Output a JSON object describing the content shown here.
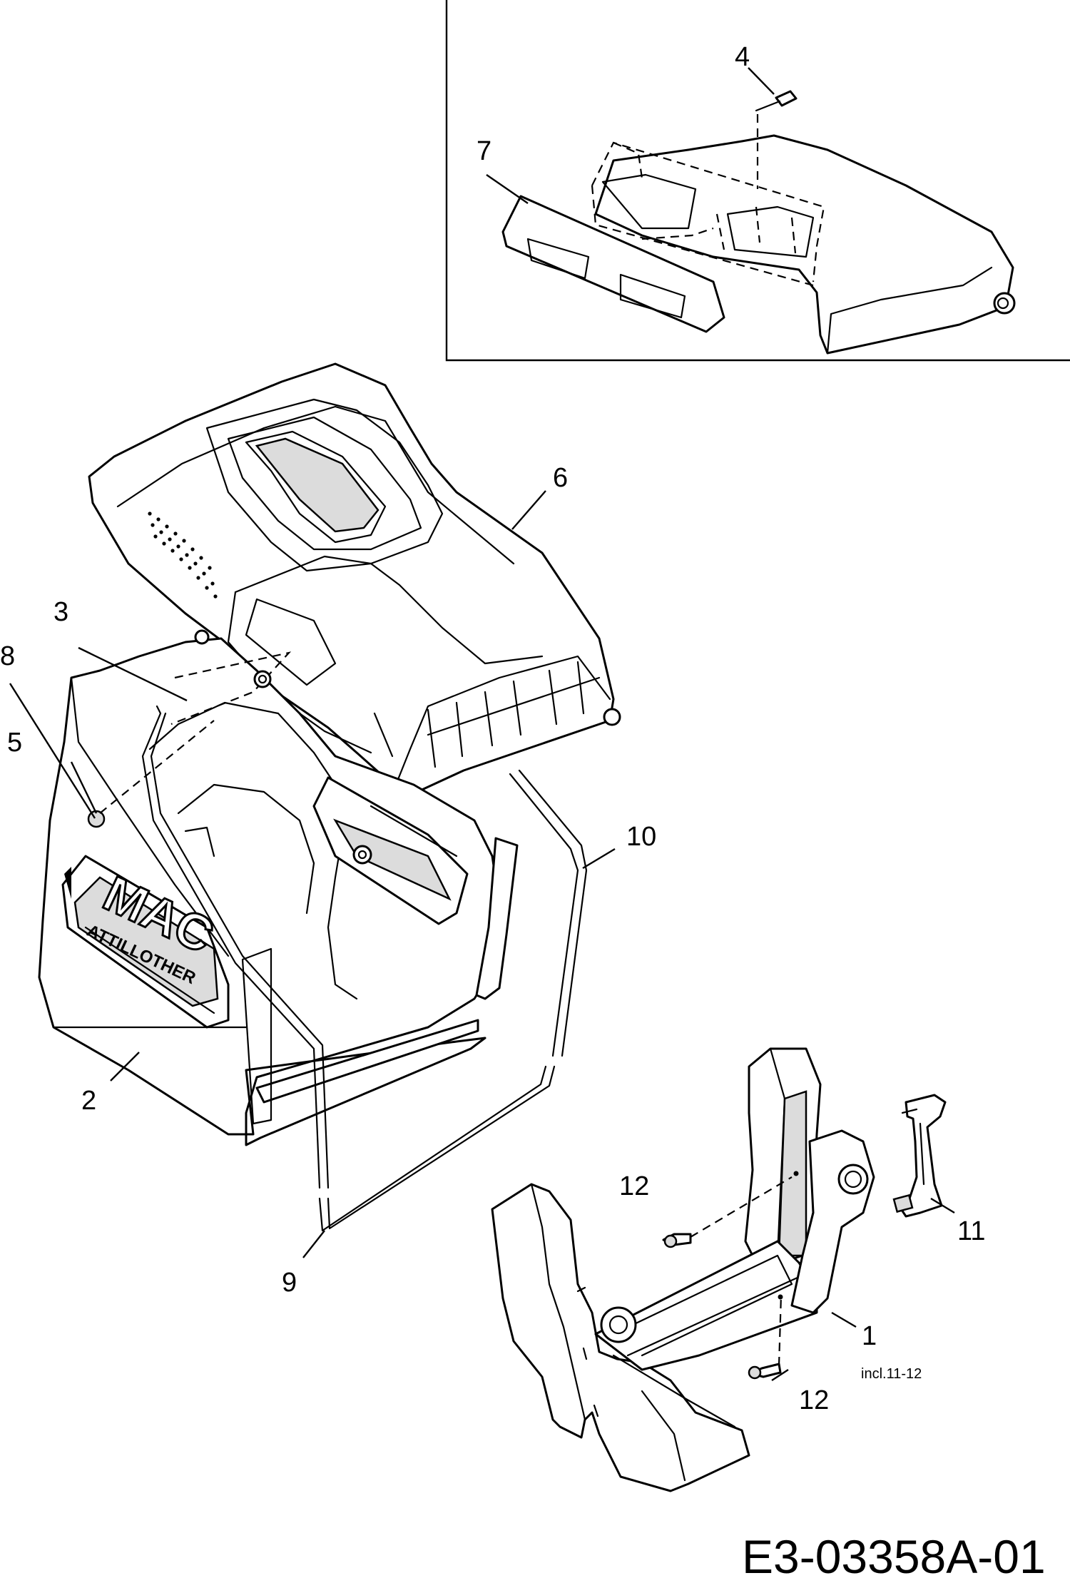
{
  "diagram": {
    "callouts": {
      "c1": "1",
      "c2": "2",
      "c3": "3",
      "c4": "4",
      "c5": "5",
      "c6": "6",
      "c7": "7",
      "c8": "8",
      "c9": "9",
      "c10": "10",
      "c11": "11",
      "c12a": "12",
      "c12b": "12"
    },
    "note_incl": "incl.11-12",
    "drawing_code": "E3-03358A-01",
    "logo_text": "MAC",
    "logo_subtext": "ATTILLOTHER"
  }
}
